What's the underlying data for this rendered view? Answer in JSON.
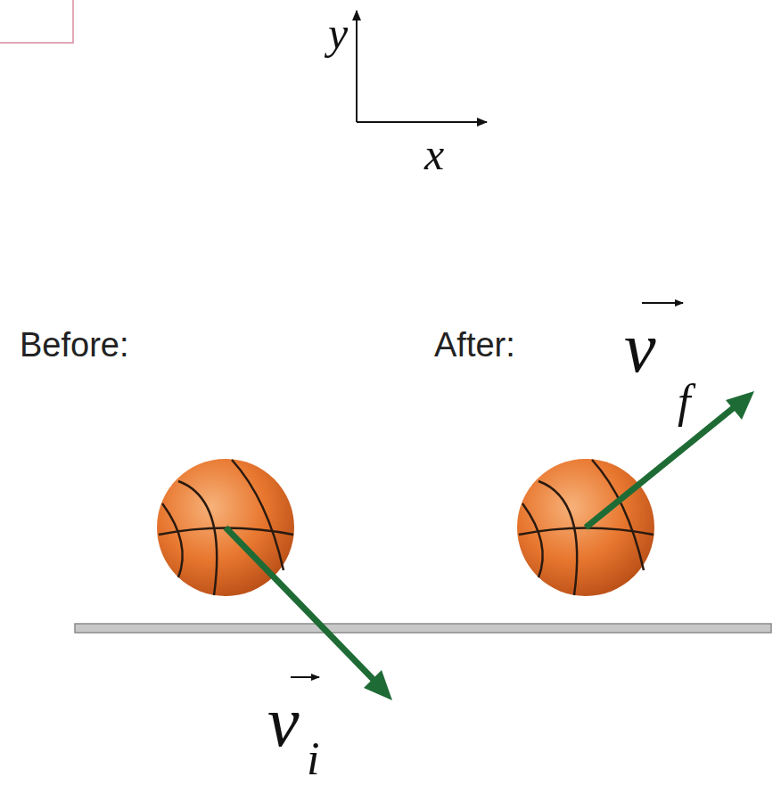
{
  "diagram": {
    "labels": [
      "y",
      "x",
      "Before:",
      "After:",
      "v",
      "f",
      "v",
      "i"
    ]
  }
}
